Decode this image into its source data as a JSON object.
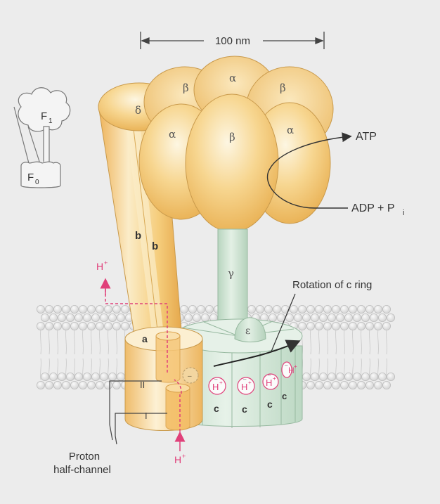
{
  "dimension": {
    "label": "100 nm"
  },
  "inset": {
    "f1": "F",
    "f1_sub": "1",
    "f0": "F",
    "f0_sub": "0"
  },
  "subunits": {
    "alpha": "α",
    "beta": "β",
    "delta": "δ",
    "gamma": "γ",
    "epsilon": "ε",
    "a": "a",
    "b": "b",
    "c": "c"
  },
  "labels": {
    "atp": "ATP",
    "adp": "ADP + P",
    "adp_sub": "i",
    "rotation": "Rotation of c ring",
    "proton_channel_line1": "Proton",
    "proton_channel_line2": "half-channel",
    "channel_upper": "II",
    "channel_lower": "I"
  },
  "proton": {
    "symbol": "H",
    "charge": "+",
    "electron": "–"
  },
  "colors": {
    "background": "#ececec",
    "gold_light": "#f9e2b0",
    "gold_mid": "#f3c66c",
    "gold_dark": "#e0a33c",
    "stalk_green": "#cfe3d3",
    "stalk_green_dark": "#a9c8b1",
    "proton_pink": "#e0407a",
    "membrane_gray": "#c9c9c9"
  }
}
